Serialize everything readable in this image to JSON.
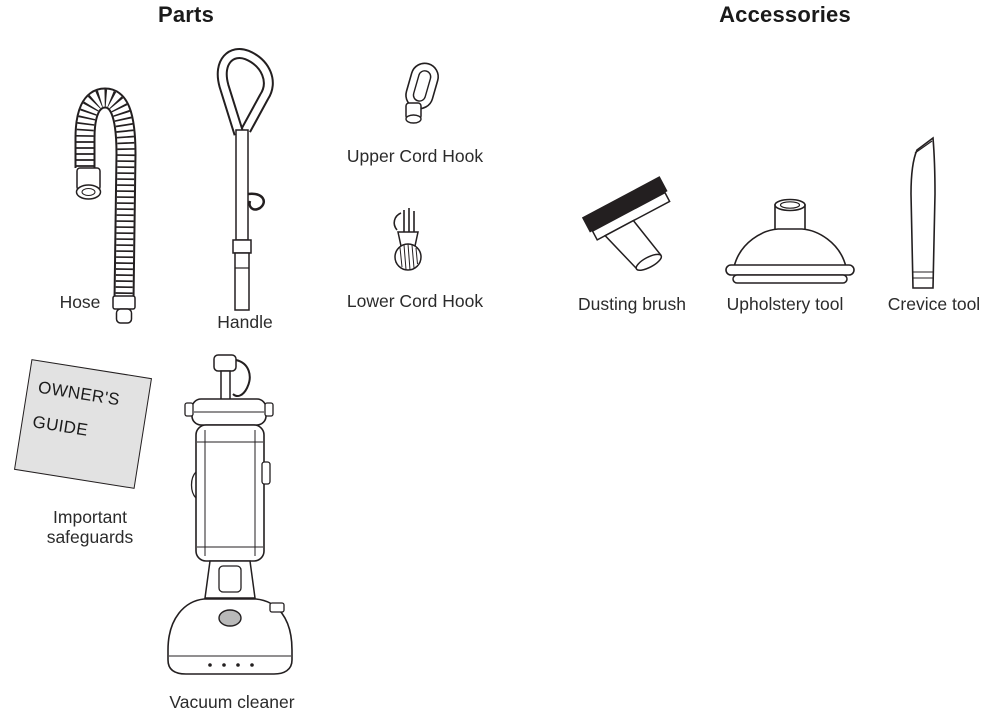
{
  "headings": {
    "parts": "Parts",
    "accessories": "Accessories"
  },
  "parts": {
    "hose": "Hose",
    "handle": "Handle",
    "upper_cord_hook": "Upper Cord Hook",
    "lower_cord_hook": "Lower Cord Hook",
    "owners_guide": {
      "line1": "OWNER'S",
      "line2": "GUIDE"
    },
    "safeguards": {
      "line1": "Important",
      "line2": "safeguards"
    },
    "vacuum_cleaner": "Vacuum cleaner"
  },
  "accessories": {
    "dusting_brush": "Dusting brush",
    "upholstery_tool": "Upholstery tool",
    "crevice_tool": "Crevice tool"
  },
  "colors": {
    "ink": "#231f20",
    "paper_fill": "#e2e2e2",
    "background": "#ffffff"
  }
}
